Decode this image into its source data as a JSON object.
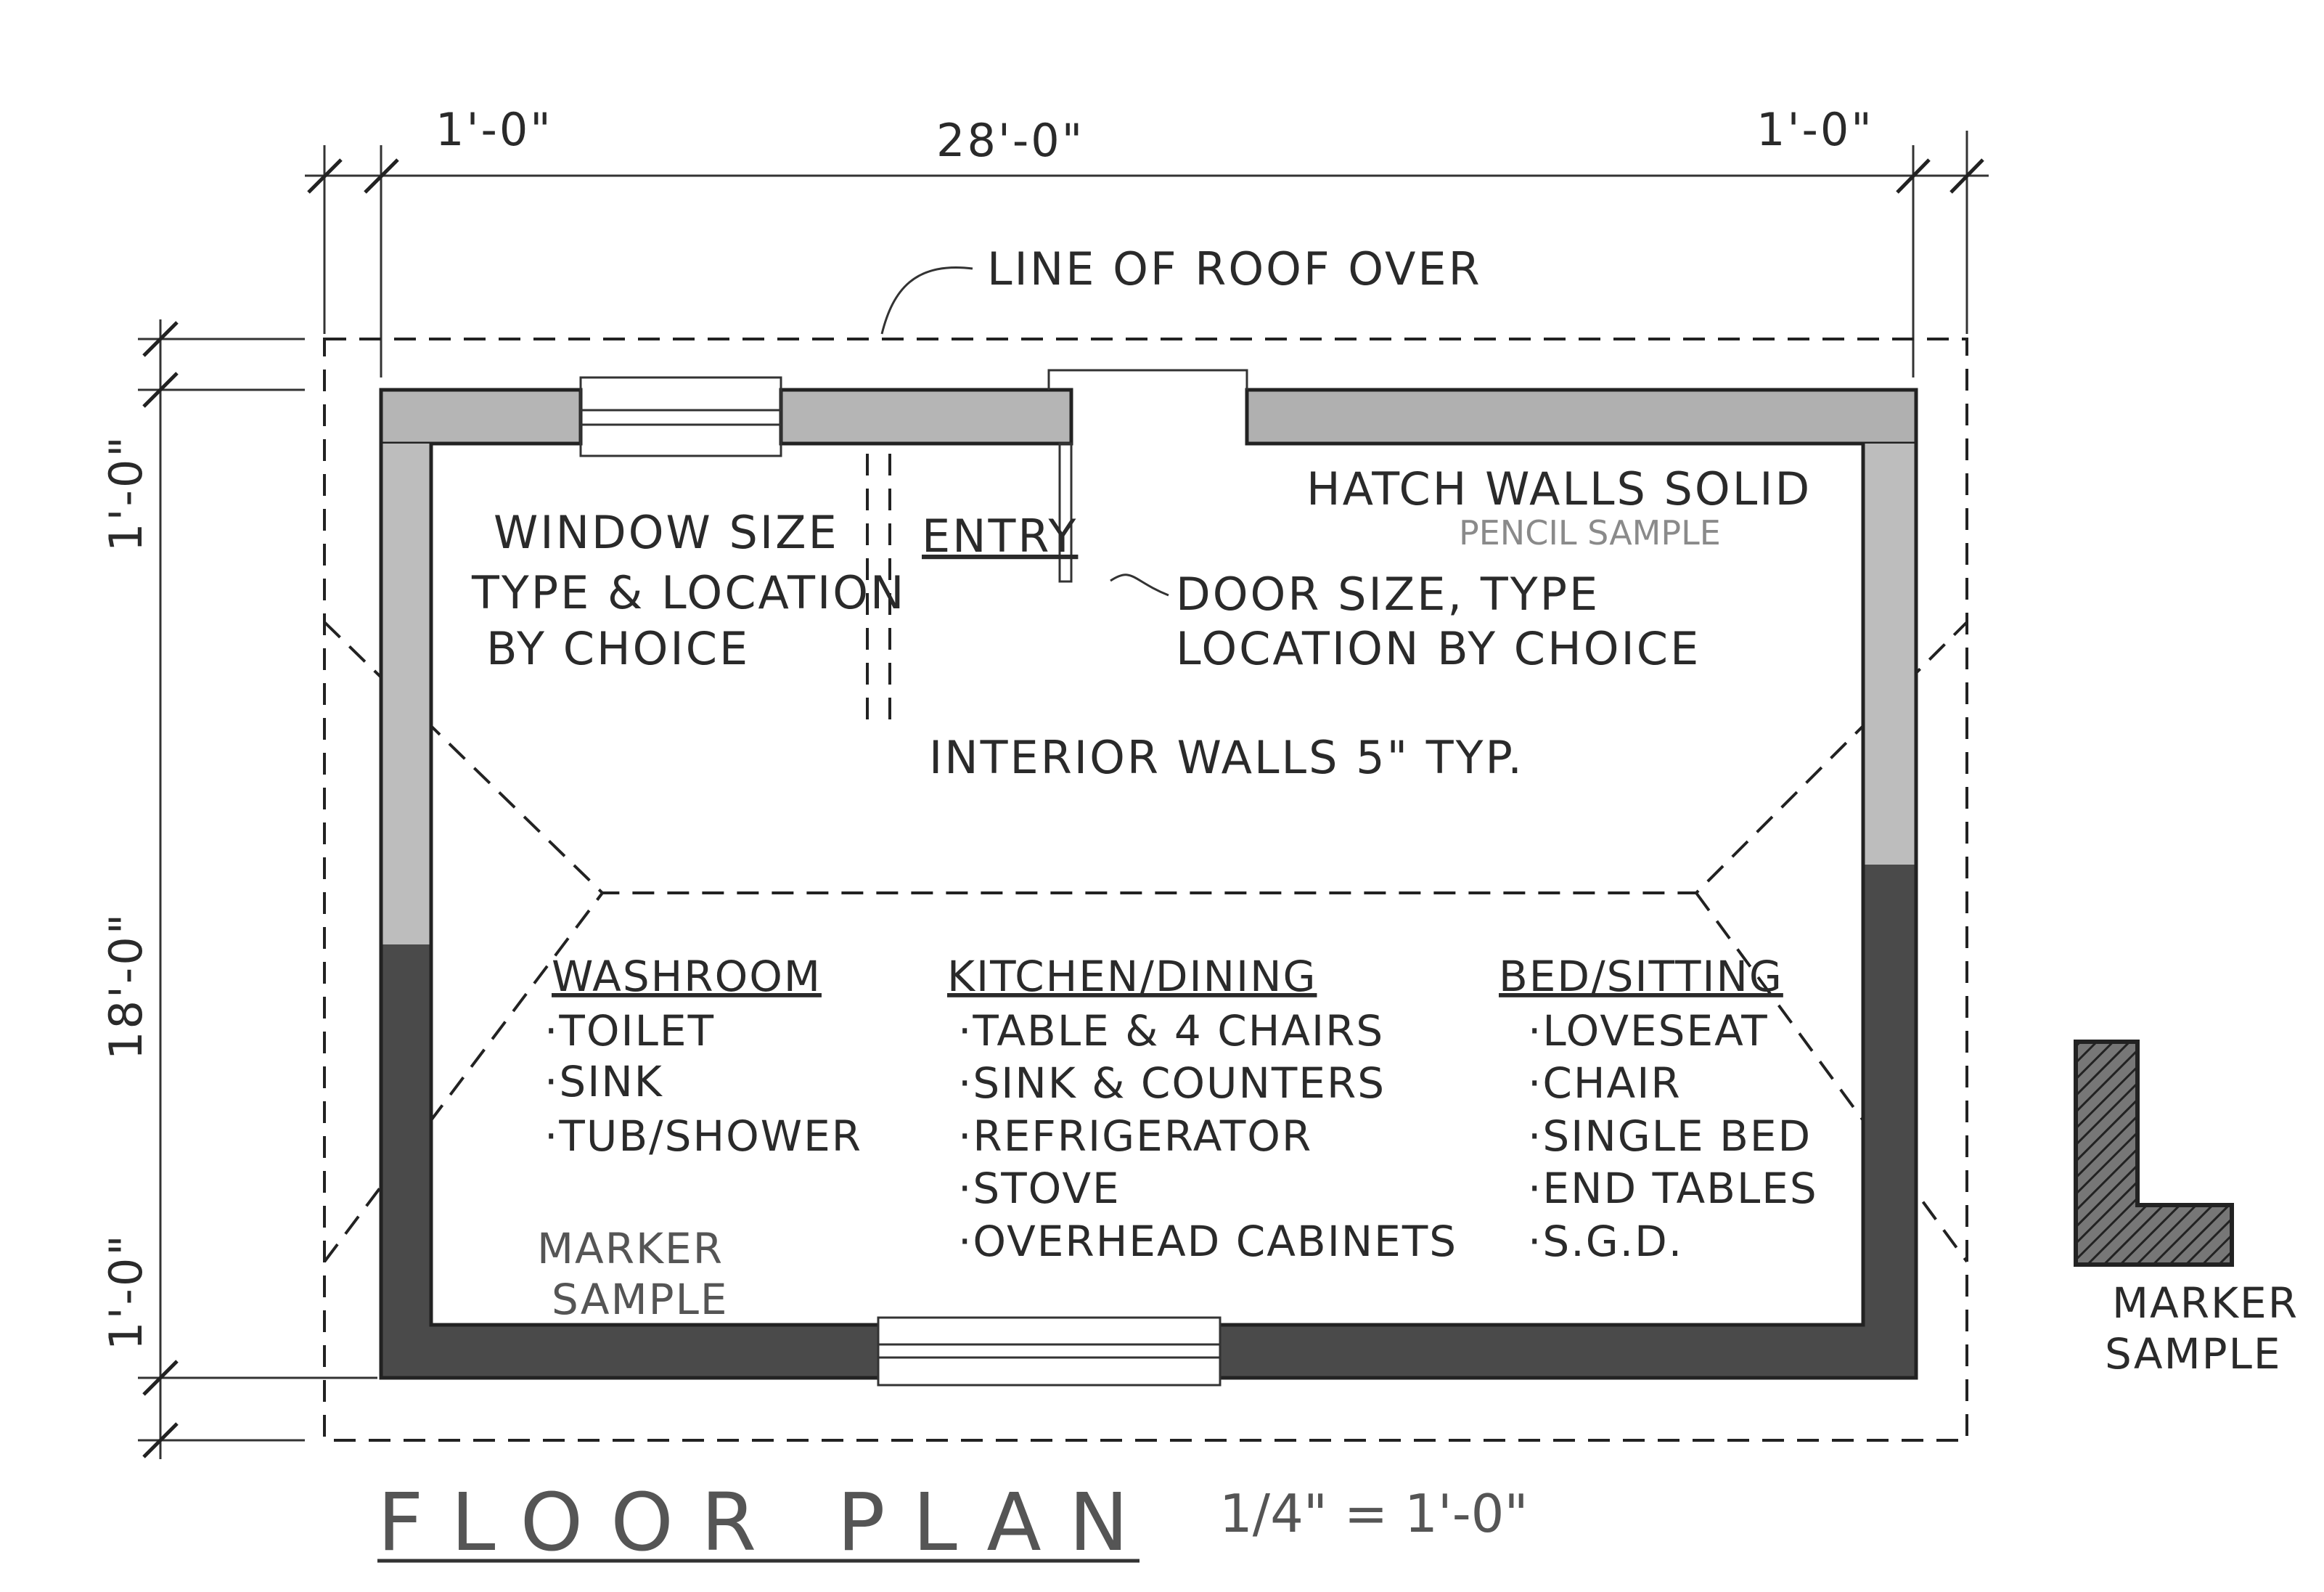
{
  "title": "FLOOR PLAN",
  "scale": "1/4\" = 1'-0\"",
  "dimensions": {
    "overall_width": "28'-0\"",
    "left_overhang": "1'-0\"",
    "right_overhang": "1'-0\"",
    "overall_depth": "18'-0\"",
    "top_overhang": "1'-0\"",
    "bottom_overhang": "1'-0\""
  },
  "notes": {
    "roof_line": "LINE OF ROOF OVER",
    "hatch_walls": "HATCH WALLS SOLID",
    "pencil_sample": "PENCIL SAMPLE",
    "window_note": [
      "WINDOW SIZE",
      "TYPE & LOCATION",
      "BY CHOICE"
    ],
    "entry": "ENTRY",
    "door_note": [
      "DOOR SIZE, TYPE",
      "LOCATION BY CHOICE"
    ],
    "interior_walls": "INTERIOR WALLS 5\" TYP.",
    "marker_sample_wall": [
      "MARKER",
      "SAMPLE"
    ],
    "marker_sample_detail": [
      "MARKER",
      "SAMPLE"
    ]
  },
  "rooms": [
    {
      "name": "WASHROOM",
      "items": [
        "·TOILET",
        "·SINK",
        "·TUB/SHOWER"
      ]
    },
    {
      "name": "KITCHEN/DINING",
      "items": [
        "·TABLE & 4 CHAIRS",
        "·SINK & COUNTERS",
        "·REFRIGERATOR",
        "·STOVE",
        "·OVERHEAD CABINETS"
      ]
    },
    {
      "name": "BED/SITTING",
      "items": [
        "·LOVESEAT",
        "·CHAIR",
        "·SINGLE BED",
        "·END TABLES",
        "·S.G.D."
      ]
    }
  ],
  "colors": {
    "pencil_wall": "#b5b5b5",
    "marker_wall": "#4a4a4a",
    "ink": "#222222"
  }
}
